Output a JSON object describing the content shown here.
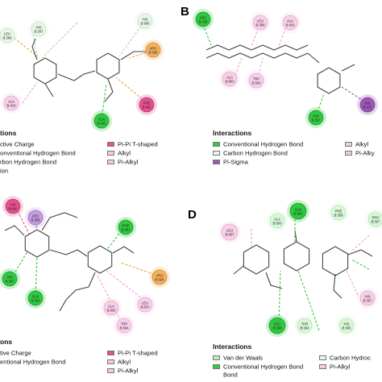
{
  "panels": {
    "b": {
      "letter": "B"
    },
    "d": {
      "letter": "D"
    }
  },
  "legend_tl": {
    "title": "tions",
    "items": [
      {
        "label": "ctive Charge",
        "color": "#f7a35c"
      },
      {
        "label": "onventional Hydrogen Bond",
        "color": "#2ecc40"
      },
      {
        "label": "rbon Hydrogen Bond",
        "color": "#e7f6e7"
      },
      {
        "label": "ion",
        "color": "#e8a0f0"
      },
      {
        "label": "Pi-Pi T-shaped",
        "color": "#e4508e"
      },
      {
        "label": "Alkyl",
        "color": "#f6c8e4"
      },
      {
        "label": "Pi-Alkyl",
        "color": "#f6c8e4"
      }
    ]
  },
  "legend_tr": {
    "title": "Interactions",
    "items": [
      {
        "label": "Conventional Hydrogen Bond",
        "color": "#2ecc40"
      },
      {
        "label": "Carbon Hydrogen Bond",
        "color": "#e7f6e7"
      },
      {
        "label": "Pi-Sigma",
        "color": "#9b59b6"
      },
      {
        "label": "Alkyl",
        "color": "#f6c8e4"
      },
      {
        "label": "Pi-Alky",
        "color": "#f6c8e4"
      }
    ]
  },
  "legend_bl": {
    "title": "ons",
    "items": [
      {
        "label": "tive Charge",
        "color": "#f7a35c"
      },
      {
        "label": "entional Hydrogen Bond",
        "color": "#2ecc40"
      },
      {
        "label": "Pi-Pi T-shaped",
        "color": "#e4508e"
      },
      {
        "label": "Alkyl",
        "color": "#f6c8e4"
      },
      {
        "label": "Pi-Alkyl",
        "color": "#f6c8e4"
      }
    ]
  },
  "legend_br": {
    "title": "Interactions",
    "items": [
      {
        "label": "Van der Waals",
        "color": "#b8f0b8"
      },
      {
        "label": "Conventional Hydrogen Bond",
        "color": "#2ecc40"
      },
      {
        "label": "Carbon Hydroc",
        "color": "#e7f6e7"
      },
      {
        "label": "Pi-Alkyl",
        "color": "#f6c8e4"
      }
    ],
    "wrap": "Bond"
  },
  "residues": {
    "a": [
      "LEU B:368",
      "HIS B:367",
      "HIS B:690",
      "ARG B:508",
      "ALA B:410",
      "GLN B:432",
      "PHE B:481"
    ],
    "b": [
      "ARG B:336",
      "LEU B:368",
      "ALA B:410",
      "ALA B:603",
      "TRP B:604",
      "HIS B:367",
      "HIS B:372"
    ],
    "c": [
      "HIS B:690",
      "LEU B:368",
      "PHE B:481",
      "HIS B:367",
      "GLN B:363",
      "ARG B:508",
      "LEU B:607",
      "ALA B:603",
      "TRP B:604"
    ],
    "d": [
      "ALA B:603",
      "LEU B:607",
      "GLN B:363",
      "PHE B:359",
      "PRO B:567",
      "HIS B:367",
      "LEU B:368",
      "THR B:364",
      "HIS B:365"
    ]
  }
}
